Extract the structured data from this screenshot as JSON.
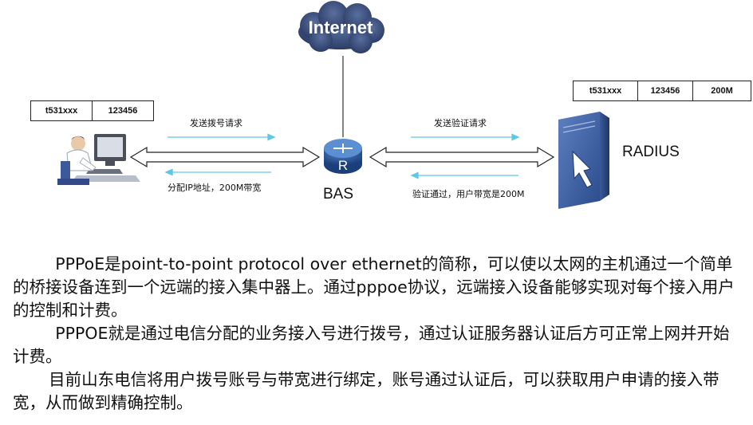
{
  "internet": {
    "label": "Internet"
  },
  "client_credentials": {
    "username": "t531xxx",
    "password": "123456"
  },
  "radius_credentials": {
    "username": "t531xxx",
    "password": "123456",
    "bandwidth": "200M"
  },
  "flows": {
    "client_to_bas": "发送拨号请求",
    "bas_to_client": "分配IP地址，200M带宽",
    "bas_to_radius": "发送验证请求",
    "radius_to_bas": "验证通过，用户带宽是200M"
  },
  "nodes": {
    "bas": "BAS",
    "radius": "RADIUS"
  },
  "description": [
    "PPPoE是point-to-point protocol over ethernet的简称，可以使以太网的主机通过一个简单的桥接设备连到一个远端的接入集中器上。通过pppoe协议，远端接入设备能够实现对每个接入用户的控制和计费。",
    "PPPOE就是通过电信分配的业务接入号进行拨号，通过认证服务器认证后方可正常上网并开始计费。",
    "目前山东电信将用户拨号账号与带宽进行绑定，账号通过认证后，可以获取用户申请的接入带宽，从而做到精确控制。"
  ]
}
